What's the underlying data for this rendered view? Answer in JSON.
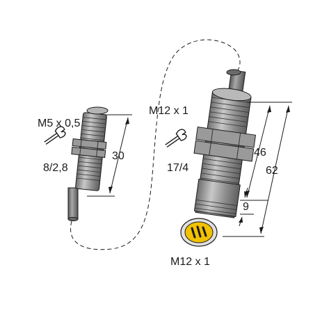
{
  "small_sensor": {
    "thread_label": "M5 x 0,5",
    "wrench_label": "8/2,8",
    "length_label": "30"
  },
  "large_sensor": {
    "thread_label": "M12 x 1",
    "wrench_label": "17/4",
    "length_46_label": "46",
    "length_62_label": "62",
    "length_9_label": "9",
    "connector_label": "M12 x 1"
  },
  "colors": {
    "body": "#8c8c8c",
    "connector_face": "#f2c200",
    "outline": "#1a1a1a"
  },
  "icons": [
    "wrench-icon",
    "wrench-icon"
  ]
}
